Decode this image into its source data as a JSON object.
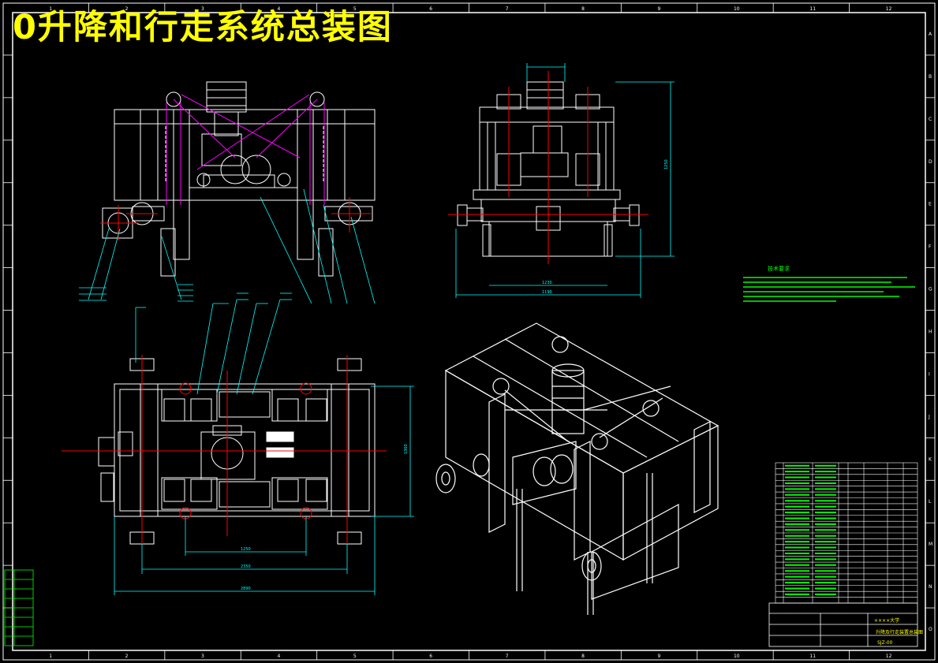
{
  "drawing": {
    "title": "0升降和行走系统总装图",
    "notes_title": "技术要求",
    "school": "××××大学",
    "drawing_title": "升降及行走装置总装图",
    "drawing_no": "SJZ-00"
  },
  "frame": {
    "column_numbers": [
      "1",
      "2",
      "3",
      "4",
      "5",
      "6",
      "7",
      "8",
      "9",
      "10",
      "11",
      "12"
    ],
    "row_letters": [
      "A",
      "B",
      "C",
      "D",
      "E",
      "F",
      "G",
      "H",
      "I",
      "J",
      "K",
      "L",
      "M",
      "N",
      "O"
    ]
  },
  "dimensions": {
    "top_view_width": "1360",
    "top_view_inner": "1230",
    "side_view_height": "1250",
    "side_view_bottom": "1190",
    "plan_inner": "1250",
    "plan_overall": "2350",
    "plan_total": "2890"
  },
  "colors": {
    "background": "#000000",
    "outline": "#ffffff",
    "dimension": "#00ffff",
    "centerline": "#ff0000",
    "chain": "#ff00ff",
    "title": "#ffff00",
    "notes": "#00ff00"
  },
  "icons": [
    "motor-icon",
    "sprocket-icon",
    "wheel-icon"
  ]
}
